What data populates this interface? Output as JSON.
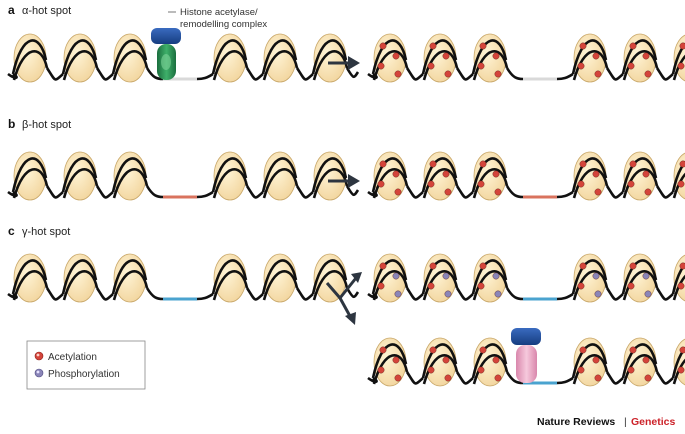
{
  "panels": [
    {
      "letter": "a",
      "title": "α-hot spot"
    },
    {
      "letter": "b",
      "title": "β-hot spot"
    },
    {
      "letter": "c",
      "title": "γ-hot spot"
    }
  ],
  "complex_label": [
    "Histone acetylase/",
    "remodelling complex"
  ],
  "legend": {
    "acetylation": "Acetylation",
    "phosphorylation": "Phosphorylation"
  },
  "footer": {
    "journal": "Nature Reviews",
    "separator": "|",
    "section": "Genetics"
  },
  "colors": {
    "nucleosome_fill": "#f7dfaa",
    "nucleosome_edge": "#c9a86a",
    "dna": "#111111",
    "linker_alpha": "#d9d9d9",
    "linker_beta": "#d9735e",
    "linker_gamma": "#4aa3cf",
    "acetylation": "#d4443a",
    "phosphorylation": "#8a85b8",
    "complex_top": "#1f4fa0",
    "complex_green": "#1f8a4c",
    "complex_pink": "#e8a3c0",
    "arrow": "#2d3540",
    "section_red": "#cc2229"
  }
}
